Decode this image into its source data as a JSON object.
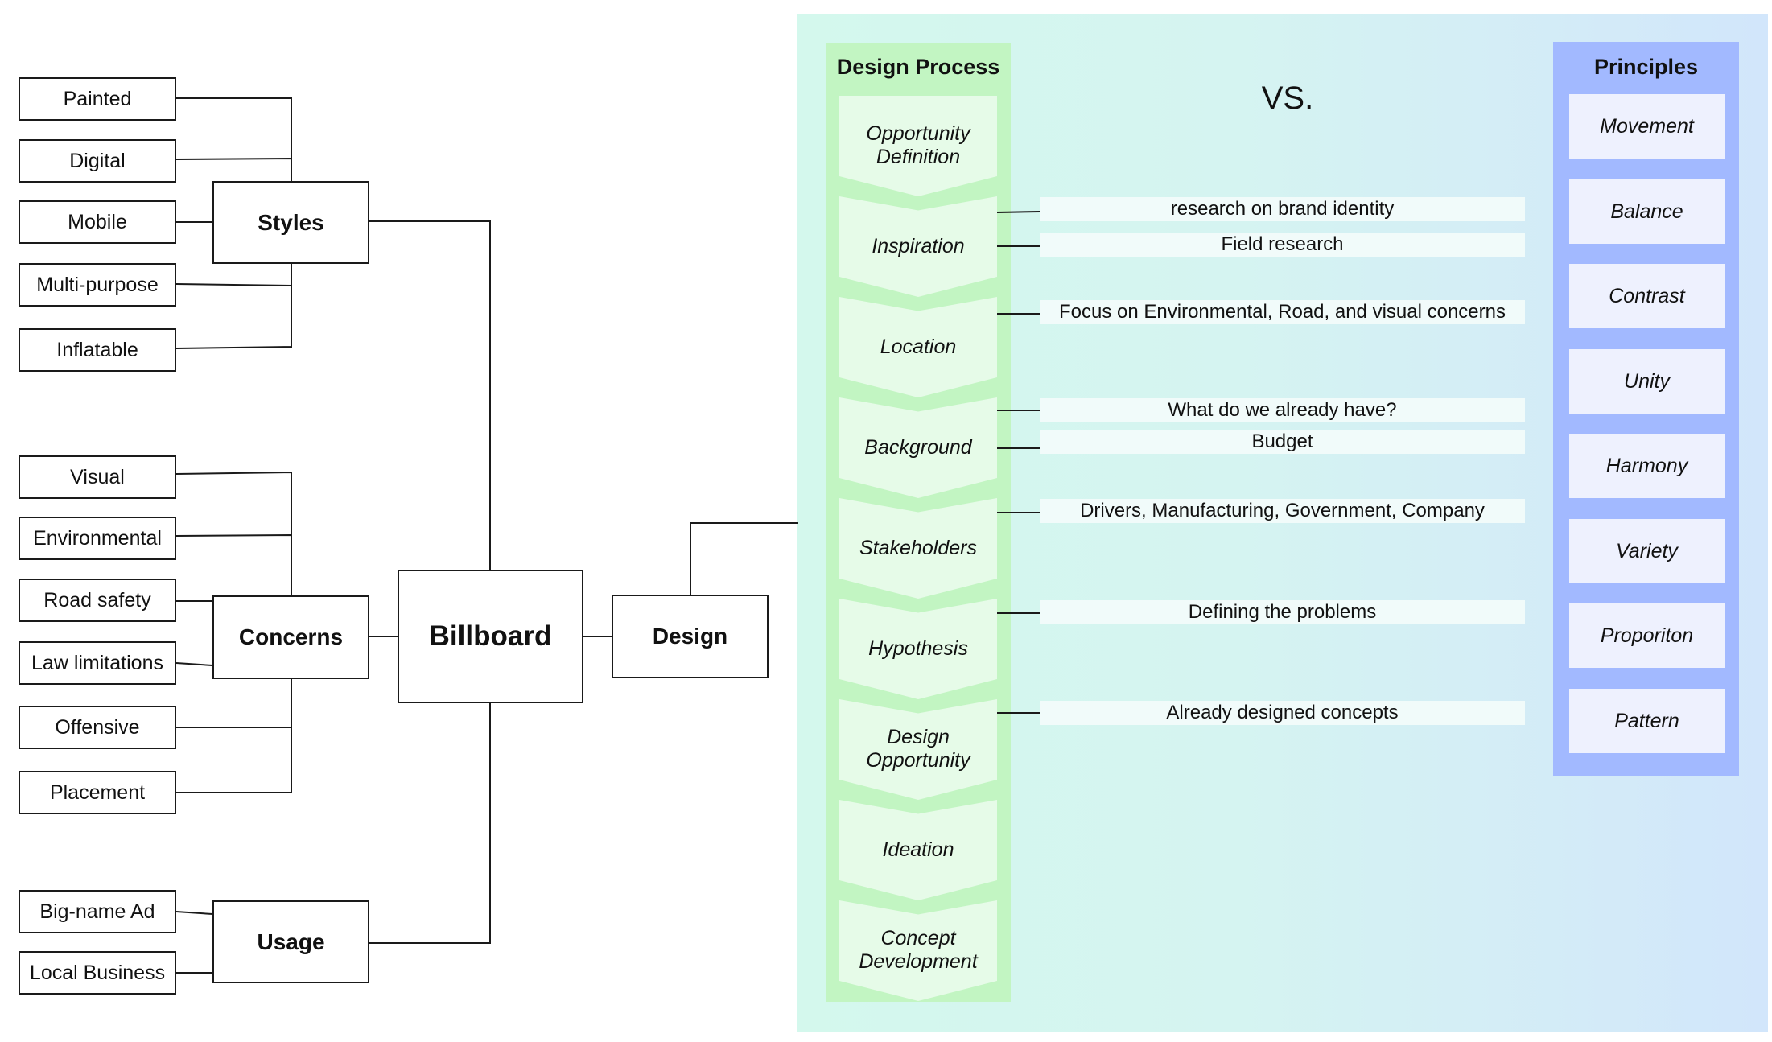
{
  "mindmap": {
    "root": "Billboard",
    "design": "Design",
    "styles": {
      "label": "Styles",
      "items": [
        "Painted",
        "Digital",
        "Mobile",
        "Multi-purpose",
        "Inflatable"
      ]
    },
    "concerns": {
      "label": "Concerns",
      "items": [
        "Visual",
        "Environmental",
        "Road safety",
        "Law limitations",
        "Offensive",
        "Placement"
      ]
    },
    "usage": {
      "label": "Usage",
      "items": [
        "Big-name Ad",
        "Local Business"
      ]
    }
  },
  "design_process": {
    "title": "Design Process",
    "steps": [
      "Opportunity\nDefinition",
      "Inspiration",
      "Location",
      "Background",
      "Stakeholders",
      "Hypothesis",
      "Design\nOpportunity",
      "Ideation",
      "Concept\nDevelopment"
    ],
    "notes": [
      "research on brand identity",
      "Field research",
      "Focus on Environmental, Road, and visual concerns",
      "What do we already have?",
      "Budget",
      "Drivers, Manufacturing, Government, Company",
      "Defining the problems",
      "Already designed concepts"
    ]
  },
  "vs_label": "VS.",
  "principles": {
    "title": "Principles",
    "items": [
      "Movement",
      "Balance",
      "Contrast",
      "Unity",
      "Harmony",
      "Variety",
      "Proporiton",
      "Pattern"
    ]
  },
  "colors": {
    "panel_gradient_start": "#d4f8ed",
    "panel_gradient_end": "#d2e6fb",
    "process_column": "#c2f5c2",
    "process_step": "#e6fbe8",
    "principles_column": "#a2b9ff",
    "principle_box": "#eef1fe",
    "connector": "#1a1a1a"
  }
}
